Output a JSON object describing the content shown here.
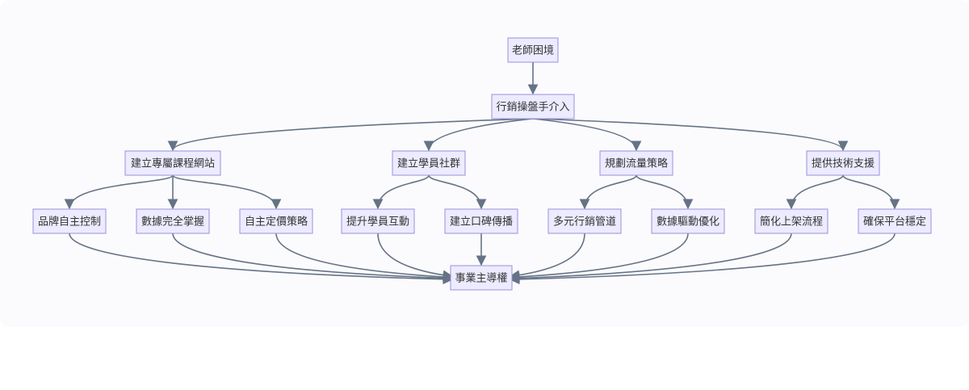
{
  "colors": {
    "node_fill": "#ecebff",
    "node_border": "#9b8fdc",
    "edge": "#667386",
    "text": "#333333",
    "background": "#fbfbfd"
  },
  "nodes": {
    "root": "老師困境",
    "intervention": "行銷操盤手介入",
    "website": "建立專屬課程網站",
    "community": "建立學員社群",
    "traffic": "規劃流量策略",
    "tech": "提供技術支援",
    "brand": "品牌自主控制",
    "data_master": "數據完全掌握",
    "pricing": "自主定價策略",
    "engagement": "提升學員互動",
    "word_of_mouth": "建立口碑傳播",
    "multichannel": "多元行銷管道",
    "data_optimize": "數據驅動優化",
    "simplify": "簡化上架流程",
    "stability": "確保平台穩定",
    "outcome": "事業主導權"
  },
  "edges": [
    [
      "root",
      "intervention"
    ],
    [
      "intervention",
      "website"
    ],
    [
      "intervention",
      "community"
    ],
    [
      "intervention",
      "traffic"
    ],
    [
      "intervention",
      "tech"
    ],
    [
      "website",
      "brand"
    ],
    [
      "website",
      "data_master"
    ],
    [
      "website",
      "pricing"
    ],
    [
      "community",
      "engagement"
    ],
    [
      "community",
      "word_of_mouth"
    ],
    [
      "traffic",
      "multichannel"
    ],
    [
      "traffic",
      "data_optimize"
    ],
    [
      "tech",
      "simplify"
    ],
    [
      "tech",
      "stability"
    ],
    [
      "brand",
      "outcome"
    ],
    [
      "data_master",
      "outcome"
    ],
    [
      "pricing",
      "outcome"
    ],
    [
      "engagement",
      "outcome"
    ],
    [
      "word_of_mouth",
      "outcome"
    ],
    [
      "multichannel",
      "outcome"
    ],
    [
      "data_optimize",
      "outcome"
    ],
    [
      "simplify",
      "outcome"
    ],
    [
      "stability",
      "outcome"
    ]
  ]
}
